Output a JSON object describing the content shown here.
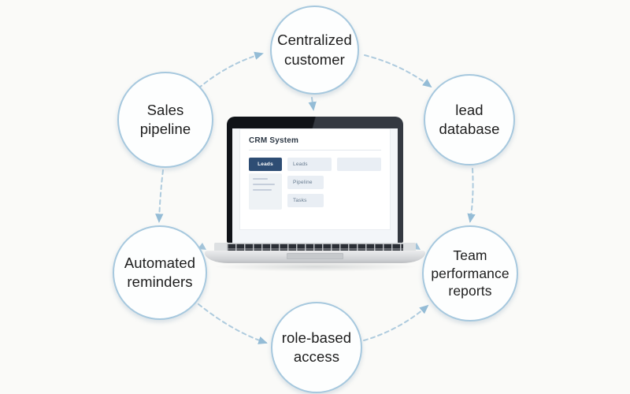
{
  "background_color": "#fafaf8",
  "diagram": {
    "nodes": [
      {
        "id": "centralized-customer",
        "lines": [
          "Centralized",
          "customer"
        ]
      },
      {
        "id": "lead-database",
        "lines": [
          "lead",
          "database"
        ]
      },
      {
        "id": "team-performance-reports",
        "lines": [
          "Team",
          "performance",
          "reports"
        ]
      },
      {
        "id": "role-based-access",
        "lines": [
          "role-based",
          "access"
        ]
      },
      {
        "id": "automated-reminders",
        "lines": [
          "Automated",
          "reminders"
        ]
      },
      {
        "id": "sales-pipeline",
        "lines": [
          "Sales",
          "pipeline"
        ]
      }
    ],
    "edges": [
      {
        "from": "sales-pipeline",
        "to": "centralized-customer"
      },
      {
        "from": "centralized-customer",
        "to": "lead-database"
      },
      {
        "from": "lead-database",
        "to": "team-performance-reports"
      },
      {
        "from": "sales-pipeline",
        "to": "automated-reminders"
      },
      {
        "from": "automated-reminders",
        "to": "role-based-access"
      },
      {
        "from": "role-based-access",
        "to": "team-performance-reports"
      },
      {
        "from": "centralized-customer",
        "to": "crm-laptop"
      }
    ],
    "colors": {
      "circle_border": "#a6c8de",
      "circle_fill": "#fdfefe",
      "arrow": "#a9c9dd",
      "node_text": "#1d1d1d"
    }
  },
  "laptop": {
    "screen": {
      "app_title": "CRM System",
      "sidebar": {
        "active_item": "Leads"
      },
      "main_buttons": [
        "Leads",
        "Pipeline",
        "Tasks"
      ],
      "accent_color": "#2e4d74",
      "button_bg": "#e9eef4"
    }
  }
}
